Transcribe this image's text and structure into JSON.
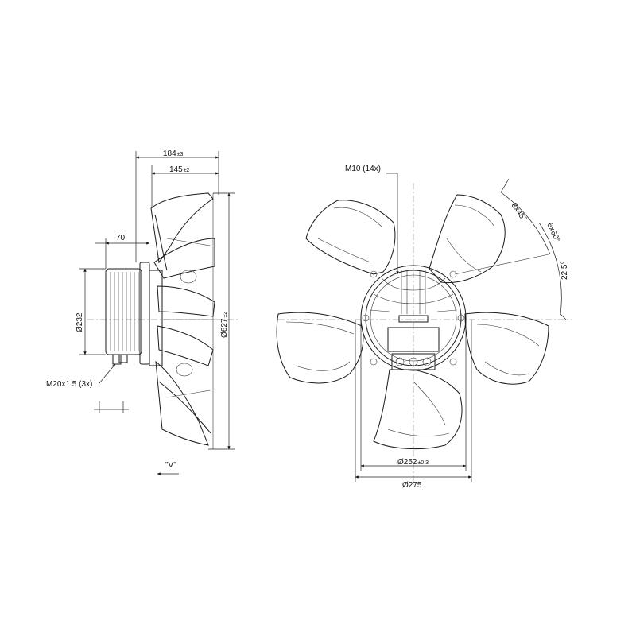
{
  "side_view": {
    "dim_overall_depth": "184",
    "dim_overall_depth_tol": "±3",
    "dim_impeller_depth": "145",
    "dim_impeller_depth_tol": "±2",
    "dim_motor_offset": "70",
    "dim_motor_diameter": "Ø232",
    "dim_impeller_diameter": "Ø627",
    "dim_impeller_diameter_tol": "±2",
    "cable_gland": "M20x1.5 (3x)",
    "view_label": "\"V\""
  },
  "front_view": {
    "mounting_thread": "M10 (14x)",
    "hole_pattern_a": "8x45°",
    "hole_pattern_b": "6x60°",
    "angle_offset": "22,5°",
    "dim_bolt_circle": "Ø252",
    "dim_bolt_circle_tol": "±0.3",
    "dim_flange": "Ø275"
  }
}
